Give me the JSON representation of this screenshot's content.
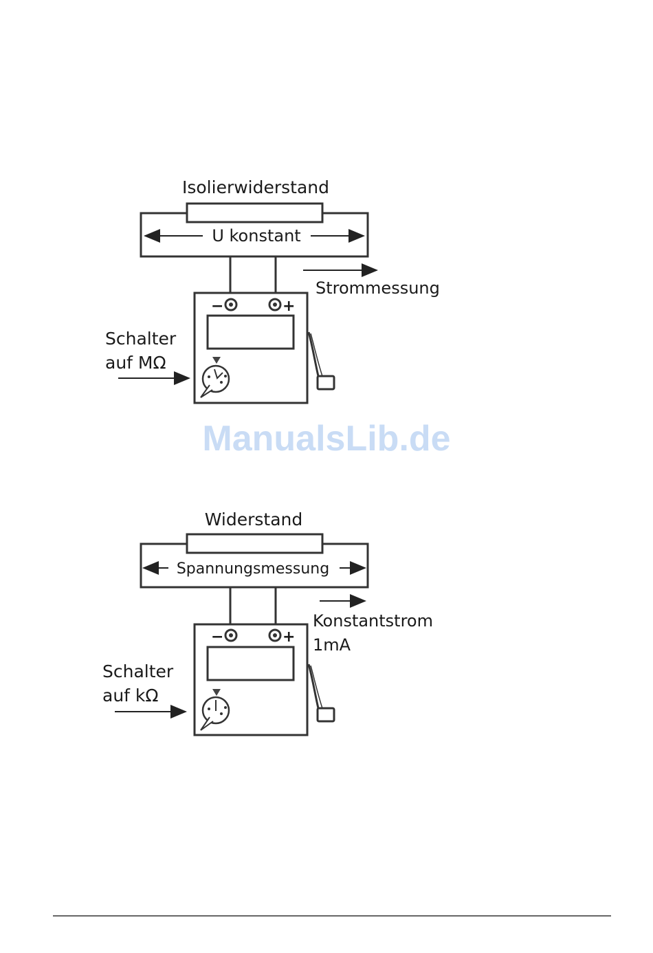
{
  "watermark": "ManualsLib.de",
  "colors": {
    "line": "#333333",
    "text": "#1a1a1a",
    "watermark": "#c9dcf5"
  },
  "diagram_top": {
    "component_label": "Isolierwiderstand",
    "loop_label": "U konstant",
    "current_label": "Strommessung",
    "switch_label_line1": "Schalter",
    "switch_label_line2": "auf MΩ",
    "terminal_minus": "−",
    "terminal_plus": "+"
  },
  "diagram_bottom": {
    "component_label": "Widerstand",
    "loop_label": "Spannungsmessung",
    "current_label_line1": "Konstantstrom",
    "current_label_line2": "1mA",
    "switch_label_line1": "Schalter",
    "switch_label_line2": "auf kΩ",
    "terminal_minus": "−",
    "terminal_plus": "+"
  }
}
